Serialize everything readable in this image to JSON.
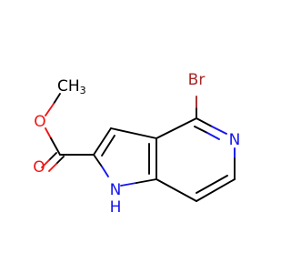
{
  "atoms": {
    "methyl": "CH",
    "methyl_subscript": "3",
    "ester_oxygen": "O",
    "carbonyl_oxygen": "O",
    "bromine": "Br",
    "pyridine_nitrogen": "N",
    "pyrrole_nitrogen": "N",
    "pyrrole_hydrogen": "H"
  },
  "colors": {
    "carbon_bond": "#000000",
    "nitrogen": "#1515ee",
    "oxygen": "#ee1515",
    "bromine": "#a62929"
  }
}
